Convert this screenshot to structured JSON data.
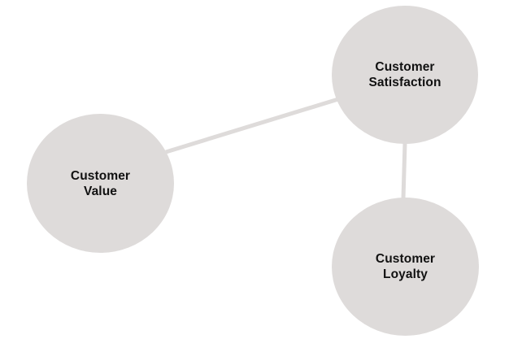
{
  "colors": {
    "node_fill": "#dedbda",
    "connector": "#dedbda",
    "text": "#111111",
    "background": "#ffffff"
  },
  "nodes": {
    "satisfaction": {
      "line1": "Customer",
      "line2": "Satisfaction"
    },
    "value": {
      "line1": "Customer",
      "line2": "Value"
    },
    "loyalty": {
      "line1": "Customer",
      "line2": "Loyalty"
    }
  },
  "edges": [
    {
      "from": "value",
      "to": "satisfaction"
    },
    {
      "from": "satisfaction",
      "to": "loyalty"
    }
  ]
}
